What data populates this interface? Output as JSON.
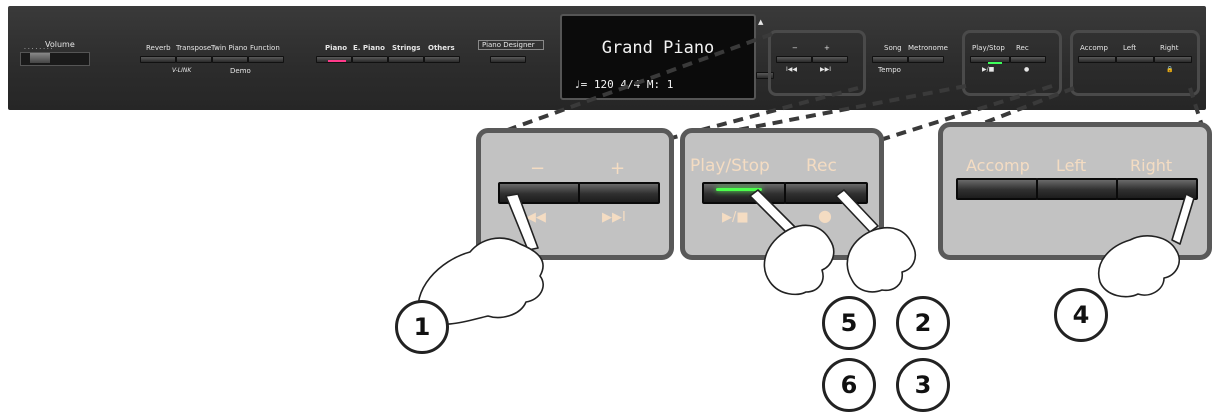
{
  "panel": {
    "volume_label": "Volume",
    "volume_dots": "· · · · · · · ·",
    "reverb": "Reverb",
    "transpose": "Transpose",
    "twin_piano": "Twin Piano",
    "function": "Function",
    "v_link": "V-LINK",
    "demo": "Demo",
    "piano": "Piano",
    "e_piano": "E. Piano",
    "strings": "Strings",
    "others": "Others",
    "piano_designer": "Piano Designer",
    "display_title": "Grand Piano",
    "display_status": "♩= 120   4/4  M:  1",
    "minus": "−",
    "plus": "+",
    "bwd_sym": "I◀◀",
    "fwd_sym": "▶▶I",
    "song": "Song",
    "metronome": "Metronome",
    "tempo": "Tempo",
    "play_stop": "Play/Stop",
    "rec": "Rec",
    "play_stop_sym": "▶/■",
    "rec_sym": "●",
    "accomp": "Accomp",
    "left": "Left",
    "right": "Right",
    "lock_sym": "🔒",
    "up_arrow": "▲"
  },
  "callouts": {
    "song_nav": {
      "minus": "−",
      "plus": "+",
      "bwd": "I◀◀",
      "fwd": "▶▶I"
    },
    "play_rec": {
      "play_stop": "Play/Stop",
      "rec": "Rec",
      "play_sym": "▶/■",
      "rec_sym": "●"
    },
    "tracks": {
      "accomp": "Accomp",
      "left": "Left",
      "right": "Right"
    }
  },
  "steps": [
    "1",
    "2",
    "3",
    "4",
    "5",
    "6"
  ],
  "colors": {
    "panel_bg": "#2e2e2e",
    "callout_bg": "#c2c2c2",
    "callout_border": "#595959",
    "label_text": "#f4dcc2",
    "piano_led": "#ff3a8a",
    "play_led": "#3cff5a"
  }
}
